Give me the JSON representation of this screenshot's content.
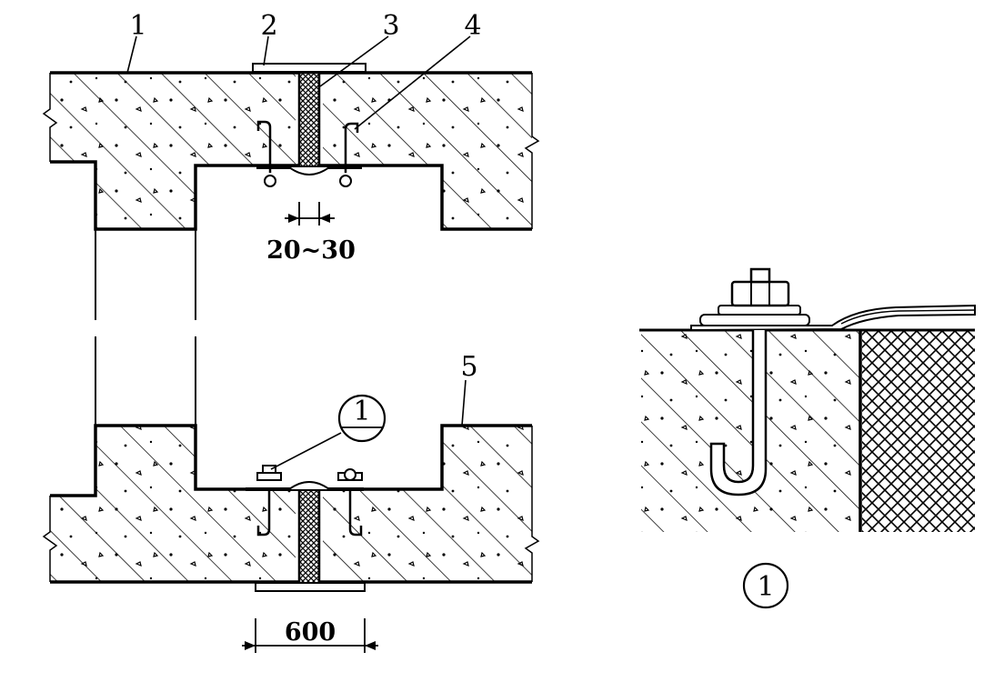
{
  "labels": {
    "l1": "1",
    "l2": "2",
    "l3": "3",
    "l4": "4",
    "l5": "5"
  },
  "dimensions": {
    "joint_width": "20~30",
    "cover_width": "600"
  },
  "detail": {
    "marker": "1",
    "caption": "1"
  }
}
